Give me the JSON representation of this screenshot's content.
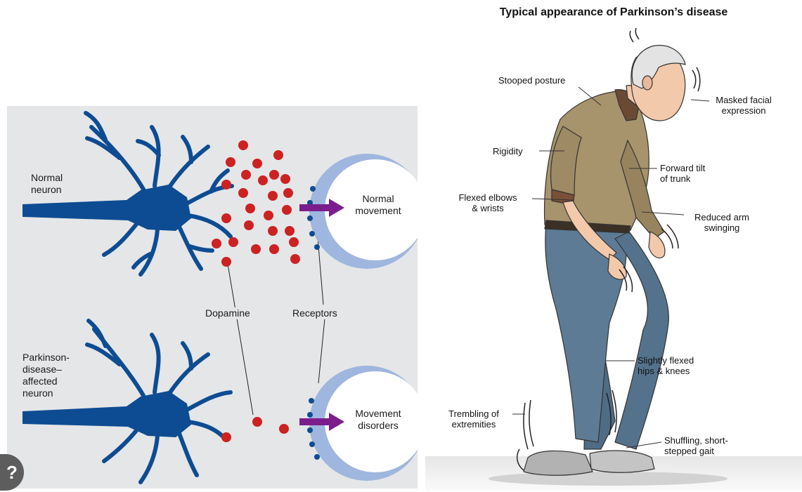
{
  "left": {
    "labels": {
      "normal_neuron": "Normal\nneuron",
      "affected_neuron": "Parkinson-\ndisease–\naffected\nneuron",
      "dopamine": "Dopamine",
      "receptors": "Receptors",
      "normal_movement": "Normal\nmovement",
      "movement_disorders": "Movement\ndisorders"
    },
    "colors": {
      "neuron": "#0d4c92",
      "dopamine": "#cc2222",
      "receptor": "#9fb6de",
      "arrow": "#7b1e8c",
      "panel": "#e5e6e8"
    },
    "help_icon": "?"
  },
  "right": {
    "title": "Typical appearance of Parkinson’s disease",
    "labels": {
      "stooped": "Stooped posture",
      "masked": "Masked facial\nexpression",
      "rigidity": "Rigidity",
      "forward_tilt": "Forward tilt\nof trunk",
      "flexed_elbows": "Flexed elbows\n& wrists",
      "reduced_arm": "Reduced arm\nswinging",
      "hips_knees": "Slightly flexed\nhips & knees",
      "trembling": "Trembling of\nextremities",
      "shuffling": "Shuffling, short-\nstepped gait"
    },
    "colors": {
      "shirt": "#a7936c",
      "pants": "#5d7b94",
      "skin": "#f2c9ab",
      "hair": "#e3e3e3",
      "shoes": "#b2b2b2"
    }
  }
}
